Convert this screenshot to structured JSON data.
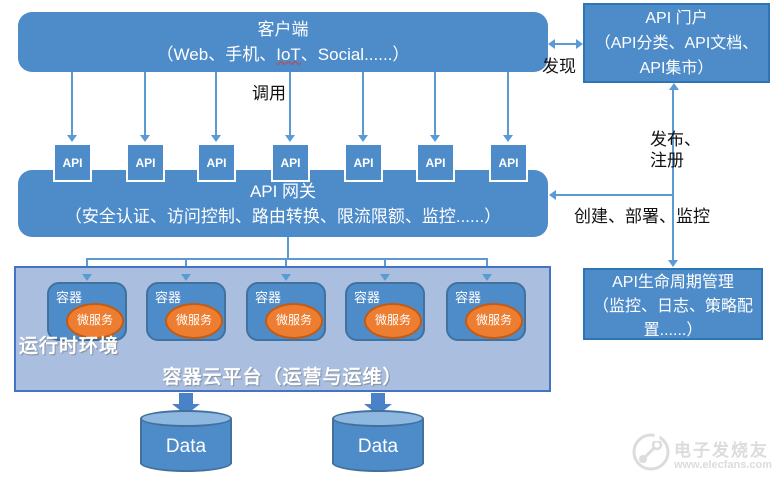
{
  "client": {
    "title": "客户端",
    "sub_pre": "（Web、手机、",
    "sub_iot": "IoT",
    "sub_post": "、Social......）"
  },
  "labels": {
    "call": "调用",
    "discover": "发现",
    "publish": "发布、\n注册",
    "create": "创建、部署、监控"
  },
  "api_boxes": [
    "API",
    "API",
    "API",
    "API",
    "API",
    "API",
    "API"
  ],
  "gateway": {
    "title": "API 网关",
    "subtitle": "（安全认证、访问控制、路由转换、限流限额、监控......）"
  },
  "portal": {
    "title": "API 门户",
    "subtitle": "（API分类、API文档、API集市）"
  },
  "lifecycle": {
    "title": "API生命周期管理",
    "subtitle": "（监控、日志、策略配置......）"
  },
  "runtime": {
    "env_label": "运行时环境",
    "platform_label": "容器云平台（运营与运维）"
  },
  "containers": [
    {
      "label": "容器",
      "service": "微服务"
    },
    {
      "label": "容器",
      "service": "微服务"
    },
    {
      "label": "容器",
      "service": "微服务"
    },
    {
      "label": "容器",
      "service": "微服务"
    },
    {
      "label": "容器",
      "service": "微服务"
    }
  ],
  "data_stores": {
    "left": "Data",
    "right": "Data"
  },
  "watermark": {
    "name": "电子发烧友",
    "site": "www.elecfans.com"
  },
  "colors": {
    "box_blue": "#4e8bc9",
    "connector_blue": "#5b9bd5",
    "runtime_fill": "#aabfdf",
    "runtime_border": "#4472c4",
    "microservice_orange": "#ed7d31",
    "microservice_border": "#c55a11",
    "cylinder_top": "#8fb8e0",
    "portal_border": "#2e75b6",
    "watermark_gray": "#dcdcdc"
  }
}
